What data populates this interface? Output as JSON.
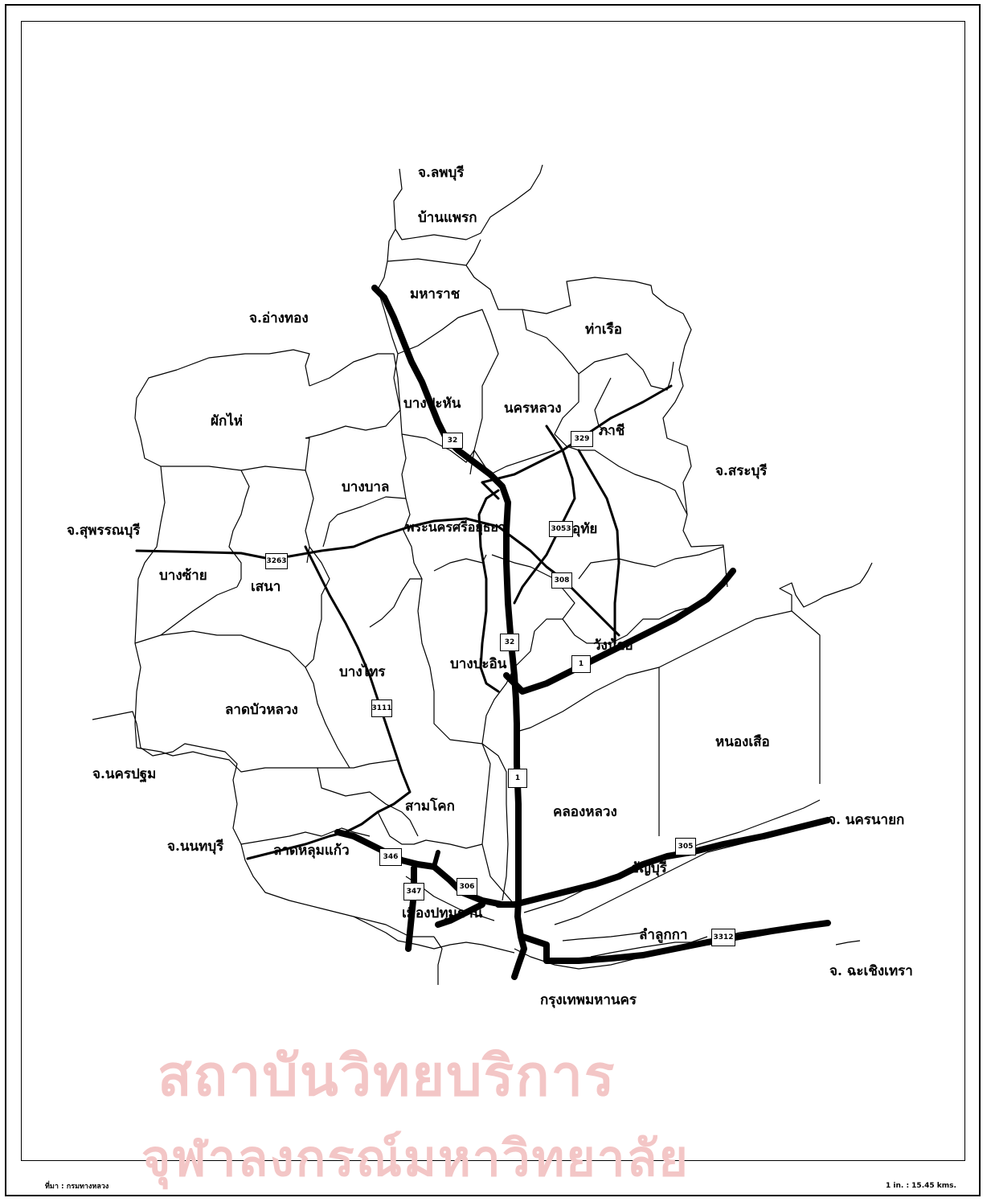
{
  "watermark": {
    "line1": "สถาบันวิทยบริการ",
    "line2": "จุฬาลงกรณ์มหาวิทยาลัย"
  },
  "labels": {
    "lopburi": "จ.ลพบุรี",
    "ban_phraek": "บ้านแพรก",
    "maharat": "มหาราช",
    "angthong": "จ.อ่างทอง",
    "tha_ruea": "ท่าเรือ",
    "phak_hai": "ผักไห่",
    "bang_pahan": "บางปะหัน",
    "nakhon_luang": "นครหลวง",
    "phachi": "ภาชี",
    "saraburi": "จ.สระบุรี",
    "bang_ban": "บางบาล",
    "suphanburi": "จ.สุพรรณบุรี",
    "ayutthaya": "พระนครศรีอยุธยา",
    "uthai": "อุทัย",
    "bang_sai_ayut": "บางซ้าย",
    "sena": "เสนา",
    "wang_noi": "วังน้อย",
    "bang_sai": "บางไทร",
    "bang_pa_in": "บางปะอิน",
    "lat_bua_luang": "ลาดบัวหลวง",
    "nong_suea": "หนองเสือ",
    "nakhon_pathom": "จ.นครปฐม",
    "sam_khok": "สามโคก",
    "khlong_luang": "คลองหลวง",
    "nakhon_nayok": "จ. นครนายก",
    "nonthaburi": "จ.นนทบุรี",
    "lat_lum_kaeo": "ลาดหลุมแก้ว",
    "thanyaburi": "ธัญบุรี",
    "mueang_pathum": "เมืองปทุมธานี",
    "lam_luk_ka": "ลำลูกกา",
    "chachoengsao": "จ. ฉะเชิงเทรา",
    "bangkok": "กรุงเทพมหานคร"
  },
  "shields": {
    "r32a": "32",
    "r329": "329",
    "r3053": "3053",
    "r3263": "3263",
    "r308": "308",
    "r32b": "32",
    "r1a": "1",
    "r3111": "3111",
    "r1b": "1",
    "r305": "305",
    "r346": "346",
    "r347": "347",
    "r306": "306",
    "r3312": "3312"
  },
  "footer": {
    "source": "ที่มา : กรมทางหลวง",
    "scale": "1 in. : 15.45 kms."
  }
}
